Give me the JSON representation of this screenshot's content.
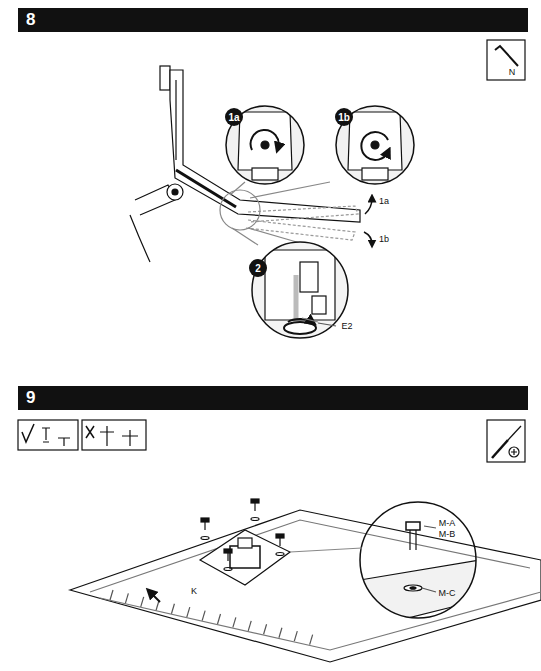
{
  "diagram": {
    "nodes": [
      {
        "text": [
          "8"
        ]
      },
      {
        "text": [
          "9"
        ]
      }
    ],
    "labels": [
      "N",
      "1a",
      "1b",
      "1a",
      "1b",
      "2",
      "E2",
      "K",
      "M-A",
      "M-B",
      "M-C"
    ]
  }
}
